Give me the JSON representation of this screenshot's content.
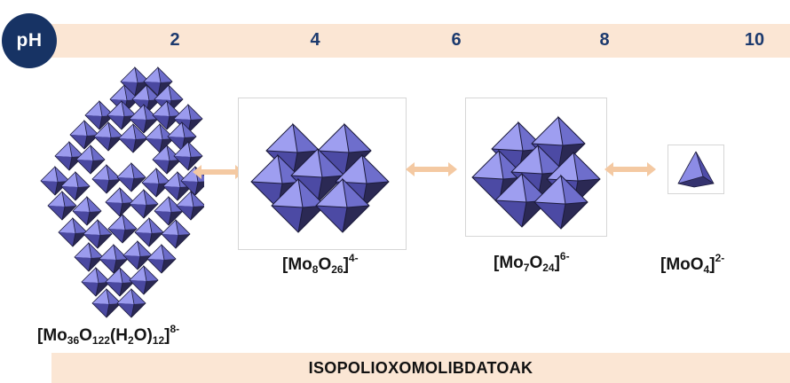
{
  "ph_axis": {
    "label": "pH",
    "ticks": [
      "2",
      "4",
      "6",
      "8",
      "10"
    ]
  },
  "species": [
    {
      "base": "[Mo",
      "n1": "36",
      "o": "O",
      "n2": "122",
      "w1": "(H",
      "w2": "2",
      "w3": "O)",
      "w4": "12",
      "close": "]",
      "charge": "8-"
    },
    {
      "base": "[Mo",
      "n1": "8",
      "o": "O",
      "n2": "26",
      "close": "]",
      "charge": "4-"
    },
    {
      "base": "[Mo",
      "n1": "7",
      "o": "O",
      "n2": "24",
      "close": "]",
      "charge": "6-"
    },
    {
      "base": "[MoO",
      "n1": "4",
      "close": "]",
      "charge": "2-"
    }
  ],
  "footer": {
    "title": "ISOPOLIOXOMOLIBDATOAK"
  },
  "colors": {
    "band": "#fbe6d4",
    "ph_circle": "#173364",
    "tick_text": "#1c3a6e",
    "polyhedra_light": "#8f8fe6",
    "polyhedra_dark": "#2e2c5a",
    "arrow": "#f4c9a2"
  }
}
